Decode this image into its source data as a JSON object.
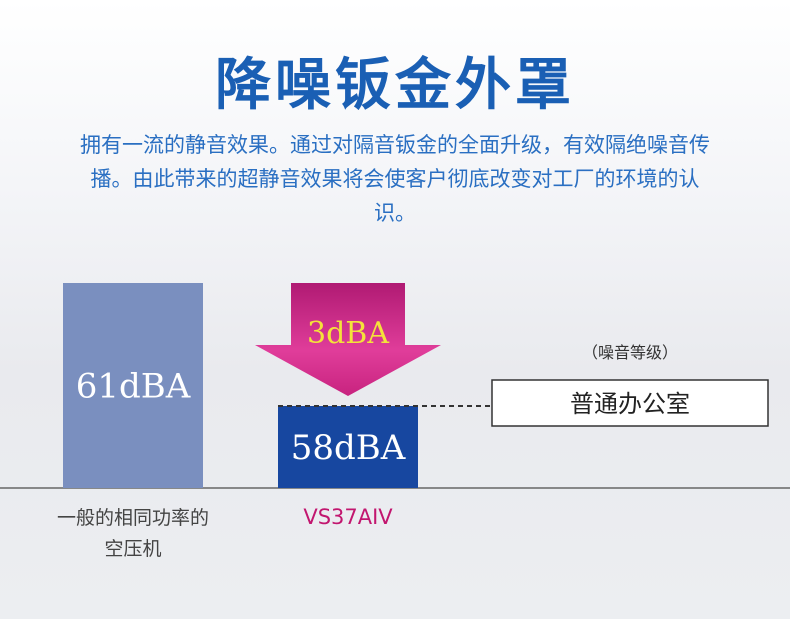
{
  "header": {
    "title": "降噪钣金外罩",
    "description": "拥有一流的静音效果。通过对隔音钣金的全面升级，有效隔绝噪音传播。由此带来的超静音效果将会使客户彻底改变对工厂的环境的认识。"
  },
  "chart_data": {
    "type": "bar",
    "title": "",
    "xlabel": "",
    "ylabel": "",
    "unit": "dBA",
    "categories": [
      "一般的相同功率的空压机",
      "VS37AIV"
    ],
    "category_lines": [
      [
        "一般的相同功率的",
        "空压机"
      ],
      [
        "VS37AIV"
      ]
    ],
    "values": [
      61,
      58
    ],
    "value_labels": [
      "61dBA",
      "58dBA"
    ],
    "bar_colors": [
      "#7a8fbf",
      "#1747a0"
    ],
    "category_colors": [
      "#444444",
      "#c2166f"
    ],
    "reduction": {
      "value": 3,
      "label": "3dBA",
      "color": "#c4207a"
    },
    "reference": {
      "note": "（噪音等级）",
      "label": "普通办公室",
      "value": 58
    },
    "grid": false,
    "legend": "none"
  }
}
